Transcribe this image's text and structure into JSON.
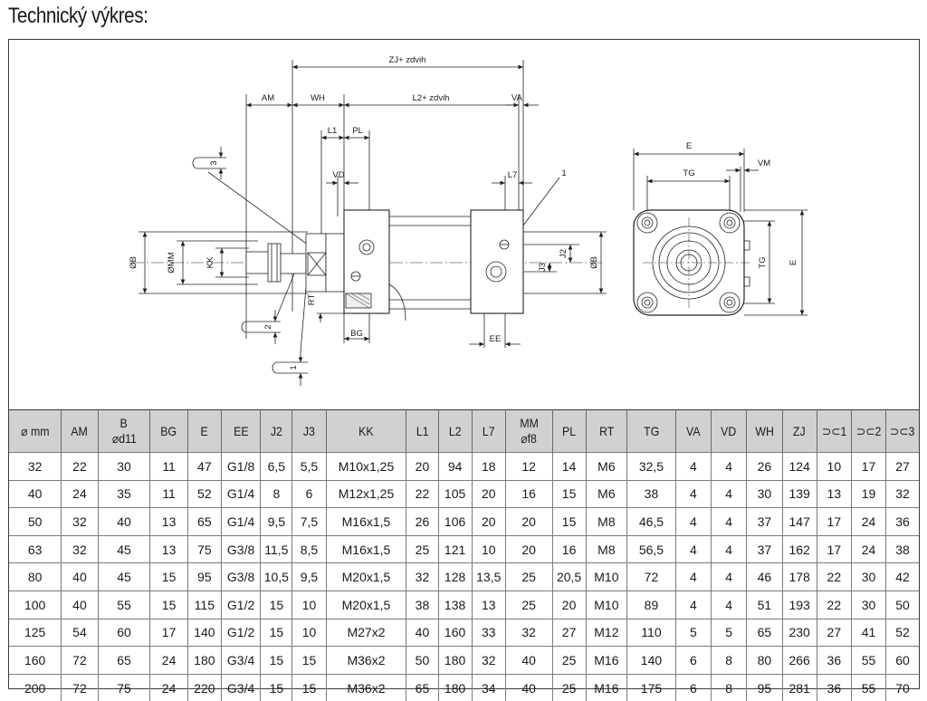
{
  "title": "Technický výkres:",
  "drawing": {
    "labels": {
      "zj": "ZJ+ zdvih",
      "am": "AM",
      "wh": "WH",
      "l2": "L2+ zdvih",
      "va": "VA",
      "l1": "L1",
      "pl": "PL",
      "vd": "VD",
      "l7": "L7",
      "one": "1",
      "three": "3",
      "two": "2",
      "ob_left": "ØB",
      "omm": "ØMM",
      "kk": "KK",
      "rt": "RT",
      "bg": "BG",
      "ee": "EE",
      "j2": "J2",
      "j3": "J3",
      "ob_right": "ØB",
      "e_top": "E",
      "tg_top": "TG",
      "vm": "VM",
      "tg_side": "TG",
      "e_side": "E"
    }
  },
  "table": {
    "headers": [
      {
        "lines": [
          "⌀ mm"
        ]
      },
      {
        "lines": [
          "AM"
        ]
      },
      {
        "lines": [
          "B",
          "⌀d11"
        ]
      },
      {
        "lines": [
          "BG"
        ]
      },
      {
        "lines": [
          "E"
        ]
      },
      {
        "lines": [
          "EE"
        ]
      },
      {
        "lines": [
          "J2"
        ]
      },
      {
        "lines": [
          "J3"
        ]
      },
      {
        "lines": [
          "KK"
        ]
      },
      {
        "lines": [
          "L1"
        ]
      },
      {
        "lines": [
          "L2"
        ]
      },
      {
        "lines": [
          "L7"
        ]
      },
      {
        "lines": [
          "MM",
          "⌀f8"
        ]
      },
      {
        "lines": [
          "PL"
        ]
      },
      {
        "lines": [
          "RT"
        ]
      },
      {
        "lines": [
          "TG"
        ]
      },
      {
        "lines": [
          "VA"
        ]
      },
      {
        "lines": [
          "VD"
        ]
      },
      {
        "lines": [
          "WH"
        ]
      },
      {
        "lines": [
          "ZJ"
        ]
      },
      {
        "lines": [
          "⊃⊂1"
        ]
      },
      {
        "lines": [
          "⊃⊂2"
        ]
      },
      {
        "lines": [
          "⊃⊂3"
        ]
      }
    ],
    "rows": [
      [
        "32",
        "22",
        "30",
        "11",
        "47",
        "G1/8",
        "6,5",
        "5,5",
        "M10x1,25",
        "20",
        "94",
        "18",
        "12",
        "14",
        "M6",
        "32,5",
        "4",
        "4",
        "26",
        "124",
        "10",
        "17",
        "27"
      ],
      [
        "40",
        "24",
        "35",
        "11",
        "52",
        "G1/4",
        "8",
        "6",
        "M12x1,25",
        "22",
        "105",
        "20",
        "16",
        "15",
        "M6",
        "38",
        "4",
        "4",
        "30",
        "139",
        "13",
        "19",
        "32"
      ],
      [
        "50",
        "32",
        "40",
        "13",
        "65",
        "G1/4",
        "9,5",
        "7,5",
        "M16x1,5",
        "26",
        "106",
        "20",
        "20",
        "15",
        "M8",
        "46,5",
        "4",
        "4",
        "37",
        "147",
        "17",
        "24",
        "36"
      ],
      [
        "63",
        "32",
        "45",
        "13",
        "75",
        "G3/8",
        "11,5",
        "8,5",
        "M16x1,5",
        "25",
        "121",
        "10",
        "20",
        "16",
        "M8",
        "56,5",
        "4",
        "4",
        "37",
        "162",
        "17",
        "24",
        "38"
      ],
      [
        "80",
        "40",
        "45",
        "15",
        "95",
        "G3/8",
        "10,5",
        "9,5",
        "M20x1,5",
        "32",
        "128",
        "13,5",
        "25",
        "20,5",
        "M10",
        "72",
        "4",
        "4",
        "46",
        "178",
        "22",
        "30",
        "42"
      ],
      [
        "100",
        "40",
        "55",
        "15",
        "115",
        "G1/2",
        "15",
        "10",
        "M20x1,5",
        "38",
        "138",
        "13",
        "25",
        "20",
        "M10",
        "89",
        "4",
        "4",
        "51",
        "193",
        "22",
        "30",
        "50"
      ],
      [
        "125",
        "54",
        "60",
        "17",
        "140",
        "G1/2",
        "15",
        "10",
        "M27x2",
        "40",
        "160",
        "33",
        "32",
        "27",
        "M12",
        "110",
        "5",
        "5",
        "65",
        "230",
        "27",
        "41",
        "52"
      ],
      [
        "160",
        "72",
        "65",
        "24",
        "180",
        "G3/4",
        "15",
        "15",
        "M36x2",
        "50",
        "180",
        "32",
        "40",
        "25",
        "M16",
        "140",
        "6",
        "8",
        "80",
        "266",
        "36",
        "55",
        "60"
      ],
      [
        "200",
        "72",
        "75",
        "24",
        "220",
        "G3/4",
        "15",
        "15",
        "M36x2",
        "65",
        "180",
        "34",
        "40",
        "25",
        "M16",
        "175",
        "6",
        "8",
        "95",
        "281",
        "36",
        "55",
        "70"
      ]
    ]
  }
}
